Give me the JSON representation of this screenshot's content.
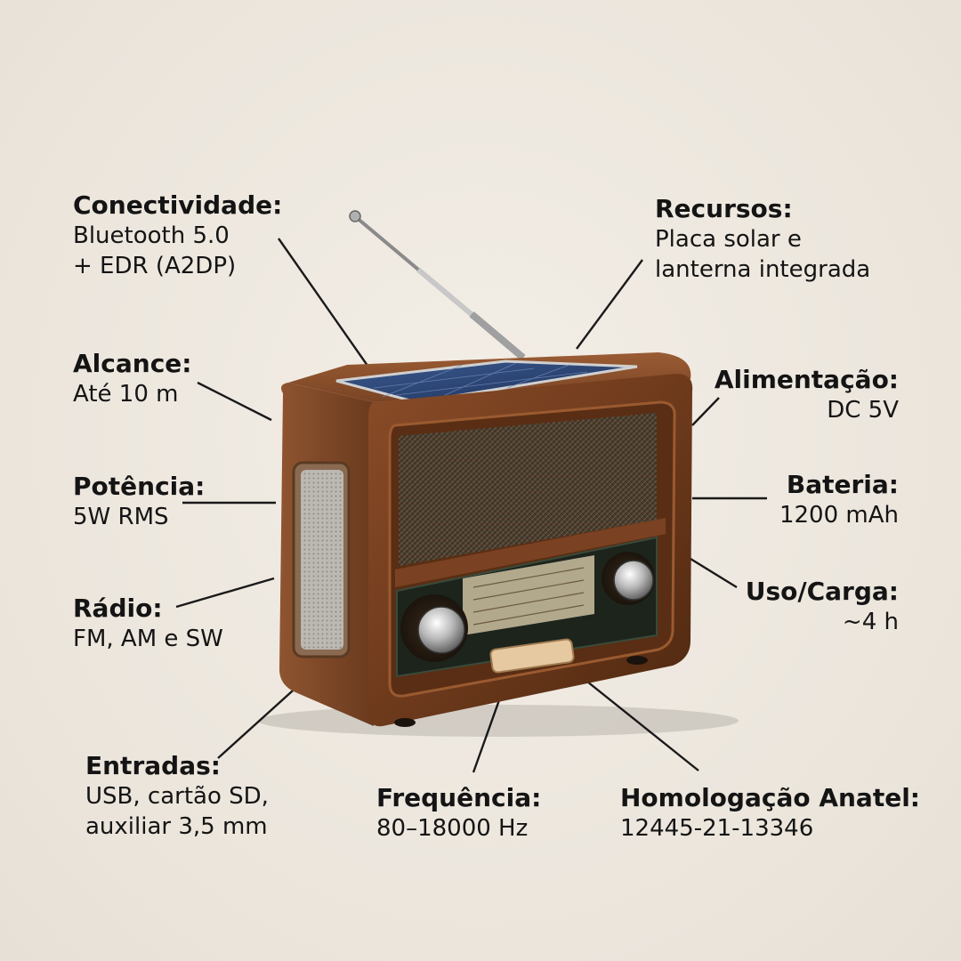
{
  "specs": {
    "conectividade": {
      "title": "Conectividade:",
      "value": "Bluetooth 5.0\n+ EDR (A2DP)"
    },
    "recursos": {
      "title": "Recursos:",
      "value": "Placa solar e\nlanterna integrada"
    },
    "alcance": {
      "title": "Alcance:",
      "value": "Até 10 m"
    },
    "alimentacao": {
      "title": "Alimentação:",
      "value": "DC 5V"
    },
    "potencia": {
      "title": "Potência:",
      "value": "5W RMS"
    },
    "bateria": {
      "title": "Bateria:",
      "value": "1200 mAh"
    },
    "radio": {
      "title": "Rádio:",
      "value": "FM, AM e SW"
    },
    "uso_carga": {
      "title": "Uso/Carga:",
      "value": "~4 h"
    },
    "entradas": {
      "title": "Entradas:",
      "value": "USB, cartão SD,\nauxiliar 3,5 mm"
    },
    "frequencia": {
      "title": "Frequência:",
      "value": "80–18000 Hz"
    },
    "homologacao": {
      "title": "Homologação Anatel:",
      "value": "12445-21-13346"
    }
  },
  "colors": {
    "background": "#ece6dd",
    "text": "#141414",
    "wood": "#7a4424",
    "solar_panel": "#2c4470"
  },
  "icons": [
    "antenna-icon",
    "solar-panel-icon",
    "speaker-grille-icon",
    "tuning-knob-icon",
    "volume-knob-icon"
  ]
}
